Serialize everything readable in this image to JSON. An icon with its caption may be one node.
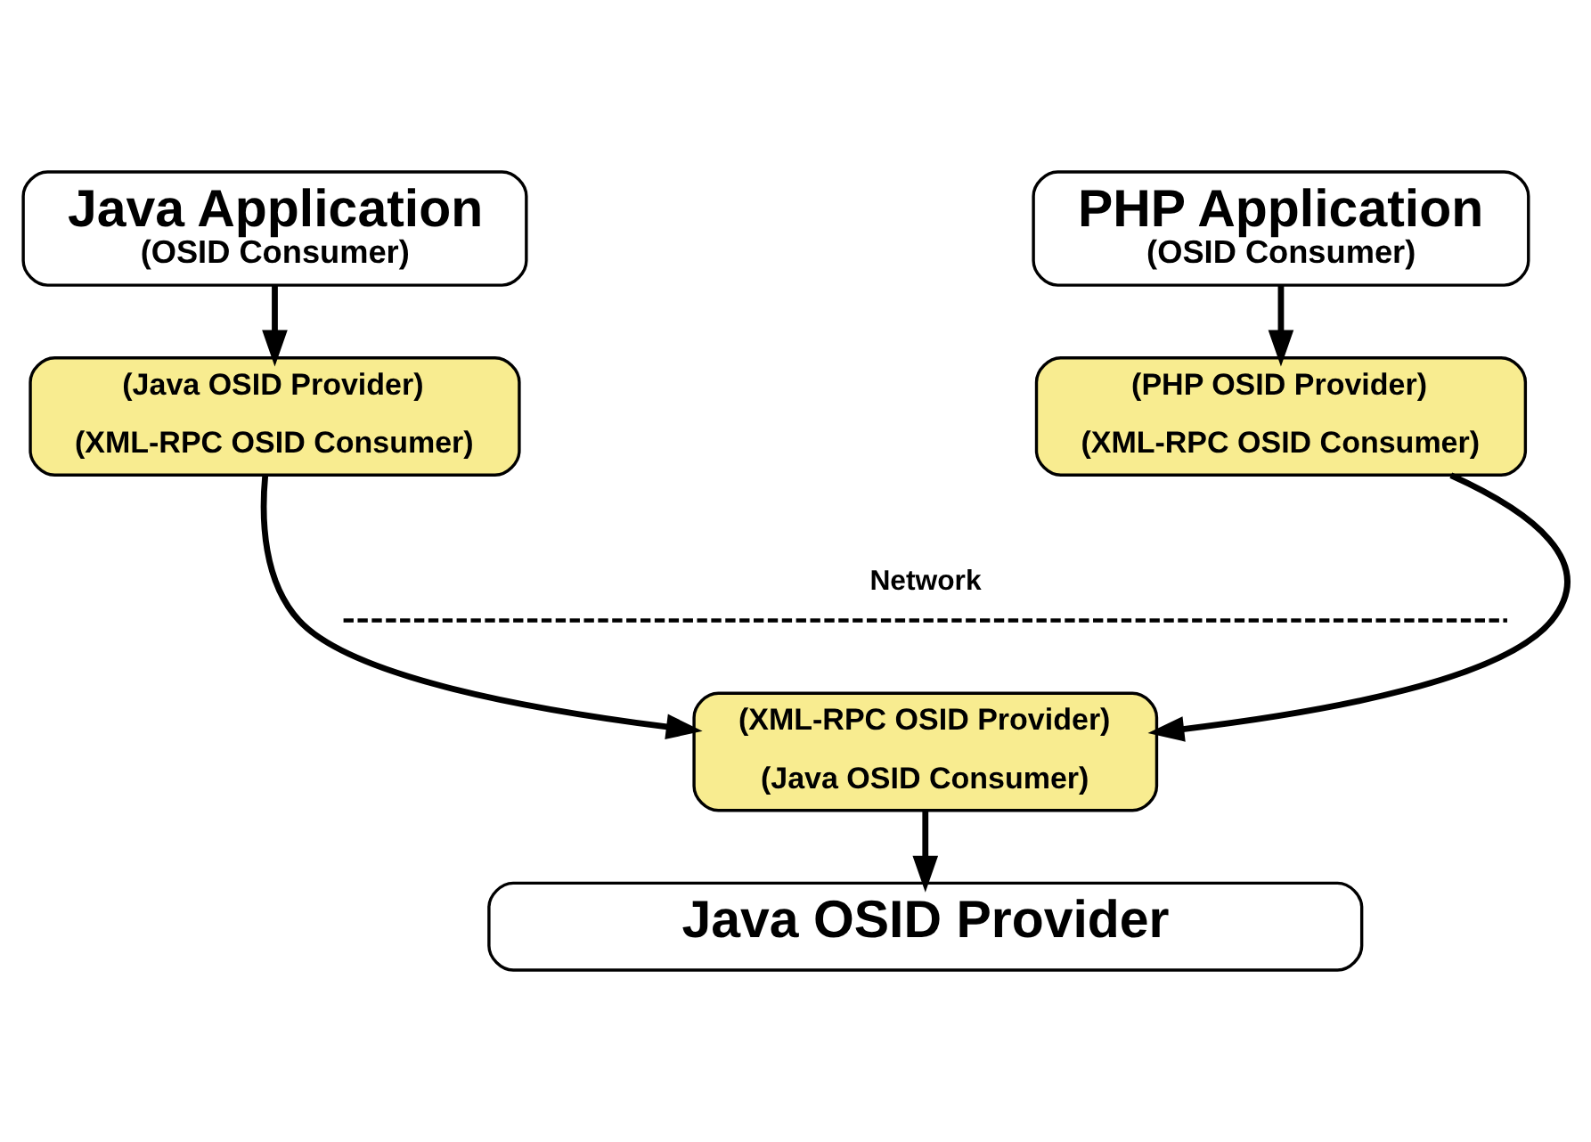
{
  "diagram": {
    "nodes": [
      {
        "text": [
          "Java Application",
          "(OSID Consumer)"
        ]
      },
      {
        "text": [
          "PHP Application",
          "(OSID Consumer)"
        ]
      },
      {
        "text": [
          "(Java OSID Provider)",
          "(XML-RPC OSID Consumer)"
        ]
      },
      {
        "text": [
          "(PHP OSID Provider)",
          "(XML-RPC OSID Consumer)"
        ]
      },
      {
        "text": [
          "(XML-RPC OSID Provider)",
          "(Java OSID Consumer)"
        ]
      },
      {
        "text": [
          "Java OSID Provider"
        ]
      }
    ],
    "edges": [
      {
        "from": 0,
        "to": 2,
        "arrow": "to"
      },
      {
        "from": 1,
        "to": 3,
        "arrow": "to"
      },
      {
        "from": 2,
        "to": 4,
        "arrow": "to"
      },
      {
        "from": 3,
        "to": 4,
        "arrow": "to"
      },
      {
        "from": 4,
        "to": 5,
        "arrow": "to"
      }
    ],
    "labels": [
      "Network"
    ]
  }
}
